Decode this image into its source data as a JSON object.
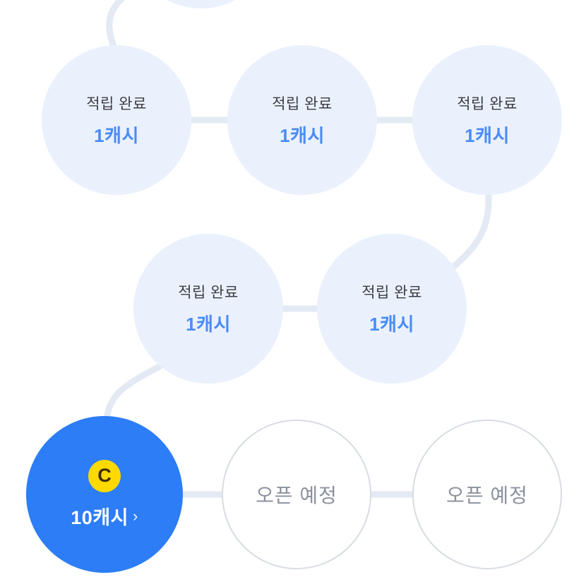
{
  "colors": {
    "node_bg": "#eaf1fd",
    "status_text": "#3c3c43",
    "reward_text": "#4a8bf7",
    "current_bg": "#2c7df6",
    "current_text": "#ffffff",
    "badge_bg": "#ffd900",
    "badge_text": "#3b2d00",
    "upcoming_border": "#d8dce3",
    "upcoming_text": "#8b919c",
    "connector": "#e3eaf3"
  },
  "nodes": {
    "completed": [
      {
        "status": "적립 완료",
        "reward": "1캐시"
      },
      {
        "status": "적립 완료",
        "reward": "1캐시"
      },
      {
        "status": "적립 완료",
        "reward": "1캐시"
      },
      {
        "status": "적립 완료",
        "reward": "1캐시"
      },
      {
        "status": "적립 완료",
        "reward": "1캐시"
      }
    ],
    "current": {
      "badge": "C",
      "reward": "10캐시",
      "chevron": "›"
    },
    "upcoming": [
      {
        "label": "오픈 예정"
      },
      {
        "label": "오픈 예정"
      }
    ]
  }
}
